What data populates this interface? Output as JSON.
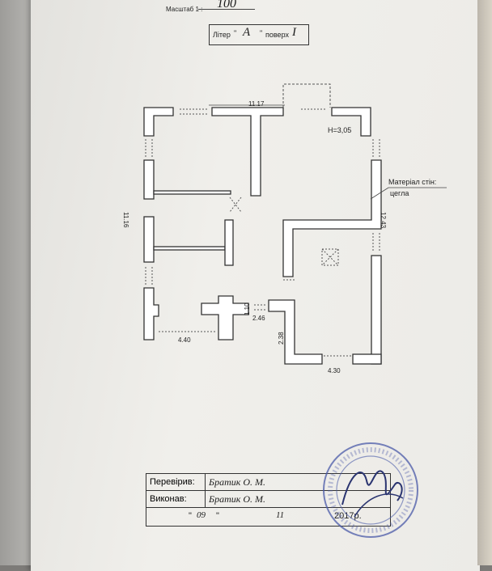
{
  "header": {
    "scale_label": "Масштаб 1 :",
    "scale_value": "100",
    "liter_label": "Літер",
    "liter_value": "А",
    "floor_label": "поверх",
    "floor_value": "I"
  },
  "plan": {
    "top_dimension": "11.17",
    "left_dimension": "11.16",
    "right_dimension": "12.43",
    "height_note": "H=3,05",
    "wall_material_label": "Матеріал стін:",
    "wall_material_value": "цегла",
    "dim_440": "4.40",
    "dim_110": "1.10",
    "dim_246": "2.46",
    "dim_238": "2.38",
    "dim_430": "4.30"
  },
  "signatures": {
    "checked_label": "Перевірив:",
    "checked_name": "Братик О. М.",
    "done_label": "Виконав:",
    "done_name": "Братик О. М.",
    "day": "09",
    "month": "11",
    "year": "2017р."
  },
  "colors": {
    "wall_fill": "#ffffff",
    "ink": "#333333",
    "stamp": "#4a5aa8"
  }
}
